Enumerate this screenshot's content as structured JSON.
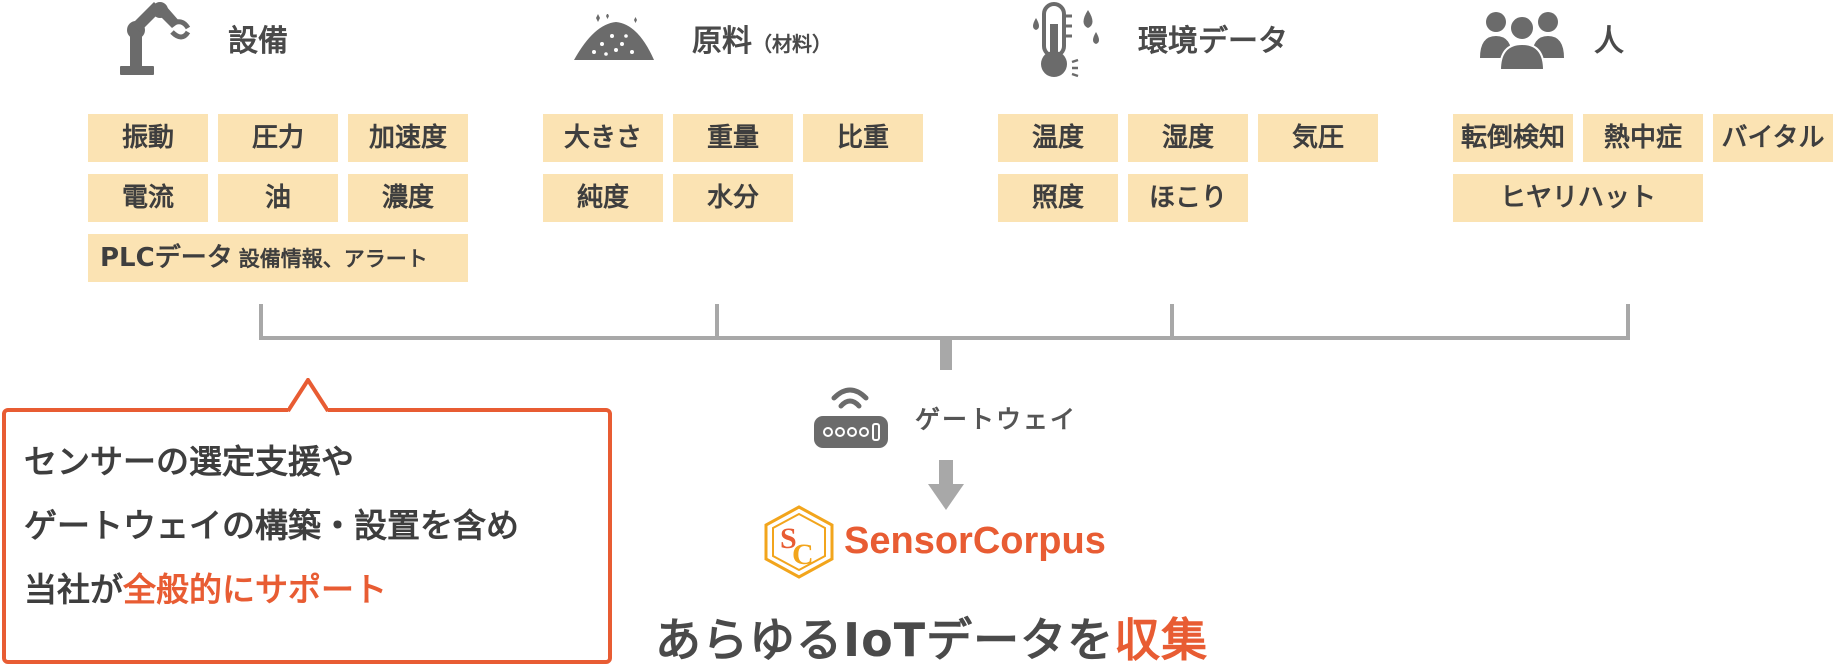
{
  "categories": {
    "equipment": {
      "title": "設備",
      "icon": "robot-arm-icon",
      "tags": [
        "振動",
        "圧力",
        "加速度",
        "電流",
        "油",
        "濃度"
      ],
      "plc_main": "PLCデータ",
      "plc_sub": "設備情報、アラート"
    },
    "material": {
      "title": "原料",
      "title_sub": "（材料）",
      "icon": "powder-pile-icon",
      "tags": [
        "大きさ",
        "重量",
        "比重",
        "純度",
        "水分"
      ]
    },
    "environment": {
      "title": "環境データ",
      "icon": "thermometer-drops-icon",
      "tags": [
        "温度",
        "湿度",
        "気圧",
        "照度",
        "ほこり"
      ]
    },
    "people": {
      "title": "人",
      "icon": "people-group-icon",
      "tags": [
        "転倒検知",
        "熱中症",
        "バイタル",
        "ヒヤリハット"
      ]
    }
  },
  "gateway": {
    "label": "ゲートウェイ",
    "icon": "router-icon"
  },
  "logo": {
    "text": "SensorCorpus",
    "mark": "SC"
  },
  "headline": {
    "prefix": "あらゆるIoTデータを",
    "highlight": "収集"
  },
  "callout": {
    "line1": "センサーの選定支援や",
    "line2": "ゲートウェイの構築・設置を含め",
    "line3_prefix": "当社が",
    "line3_highlight": "全般的にサポート"
  },
  "colors": {
    "accent": "#e85c33",
    "tag_bg": "#fbe3b3",
    "icon_gray": "#6b6b6b",
    "line_gray": "#a8a8a8",
    "logo_gold": "#f2a51c"
  }
}
